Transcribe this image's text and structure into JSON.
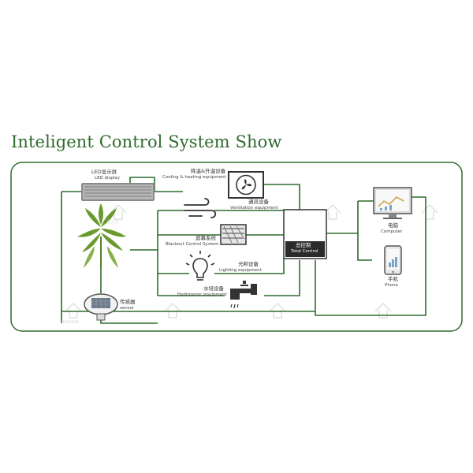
{
  "title": "Inteligent Control System Show",
  "nodes": {
    "led_display": {
      "zh": "LED显示屏",
      "en": "LED display"
    },
    "cooling_heating": {
      "zh": "降温&升温设备",
      "en": "Cooling & heating equipment"
    },
    "ventilation": {
      "zh": "通风设备",
      "en": "Ventilation equipment"
    },
    "blackout": {
      "zh": "遮幕系统",
      "en": "Blackout Control System"
    },
    "lighting": {
      "zh": "光照设备",
      "en": "Lighting equipment"
    },
    "hydroponic": {
      "zh": "水培设备",
      "en": "Hydroponic equipment"
    },
    "sensor": {
      "zh": "传感器",
      "en": "sensor"
    },
    "total_control": {
      "zh": "总控制",
      "en": "Total Control"
    },
    "computer": {
      "zh": "电脑",
      "en": "Computer"
    },
    "phone": {
      "zh": "手机",
      "en": "Phone"
    }
  },
  "watermark": {
    "brand": "BAOLIDA",
    "zh": "宝力达"
  },
  "colors": {
    "line": "#2e6b2e",
    "title": "#2e6b2e",
    "frame": "#2e6b2e",
    "control_box": "#2b2b2b",
    "plant": "#6a9a2e",
    "watermark": "#d5dcd5"
  }
}
